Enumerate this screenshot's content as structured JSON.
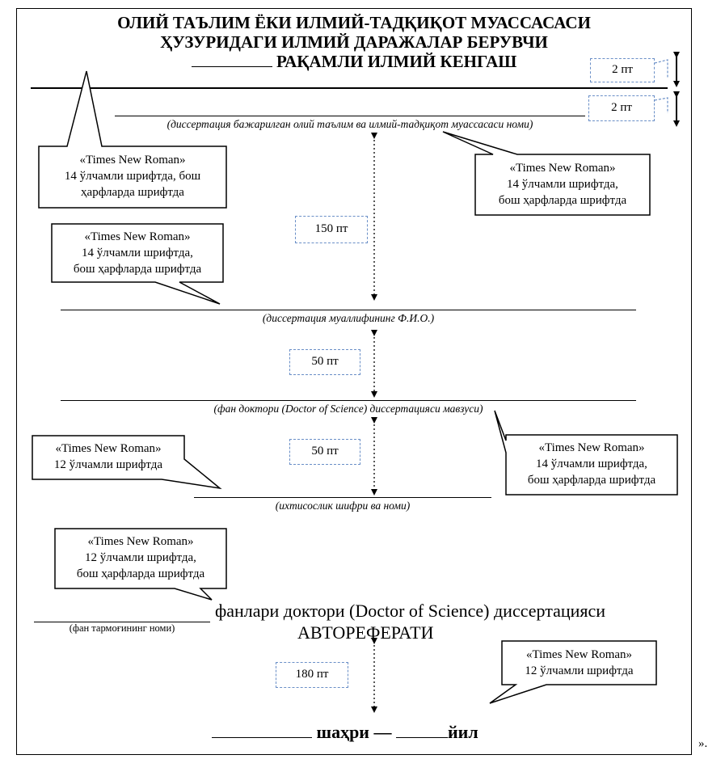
{
  "header": {
    "line1": "ОЛИЙ ТАЪЛИМ ЁКИ ИЛМИЙ-ТАДҚИҚОТ МУАССАСАСИ",
    "line2": "ҲУЗУРИДАГИ ИЛМИЙ ДАРАЖАЛАР БЕРУВЧИ",
    "line3": "РАҚАМЛИ ИЛМИЙ КЕНГАШ"
  },
  "captions": {
    "institution": "(диссертация бажарилган олий таълим ва илмий-тадқиқот муассасаси номи)",
    "author": "(диссертация муаллифининг Ф.И.О.)",
    "topic": "(фан доктори (Doctor of Science) диссертацияси мавзуси)",
    "specialty": "(ихтисослик шифри ва номи)",
    "field": "(фан тармоғининг номи)"
  },
  "main_text": {
    "line1": "фанлари доктори (Doctor of Science) диссертацияси",
    "line2": "АВТОРЕФЕРАТИ",
    "city": "шаҳри —",
    "year": "йил"
  },
  "trailing": "».",
  "spacings": {
    "top1": "2 пт",
    "top2": "2 пт",
    "s150": "150 пт",
    "s50a": "50 пт",
    "s50b": "50 пт",
    "s180": "180 пт"
  },
  "callouts": {
    "c1": {
      "l1": "«Times New Roman»",
      "l2": "14 ўлчамли шрифтда, бош",
      "l3": "ҳарфларда шрифтда"
    },
    "c2": {
      "l1": "«Times New Roman»",
      "l2": "14 ўлчамли шрифтда,",
      "l3": "бош ҳарфларда шрифтда"
    },
    "c3": {
      "l1": "«Times New Roman»",
      "l2": "14 ўлчамли шрифтда,",
      "l3": "бош ҳарфларда шрифтда"
    },
    "c4": {
      "l1": "«Times New Roman»",
      "l2": "12 ўлчамли шрифтда"
    },
    "c5": {
      "l1": "«Times New Roman»",
      "l2": "14 ўлчамли шрифтда,",
      "l3": "бош ҳарфларда шрифтда"
    },
    "c6": {
      "l1": "«Times New Roman»",
      "l2": "12 ўлчамли шрифтда,",
      "l3": "бош ҳарфларда шрифтда"
    },
    "c7": {
      "l1": "«Times New Roman»",
      "l2": "12 ўлчамли шрифтда"
    }
  }
}
